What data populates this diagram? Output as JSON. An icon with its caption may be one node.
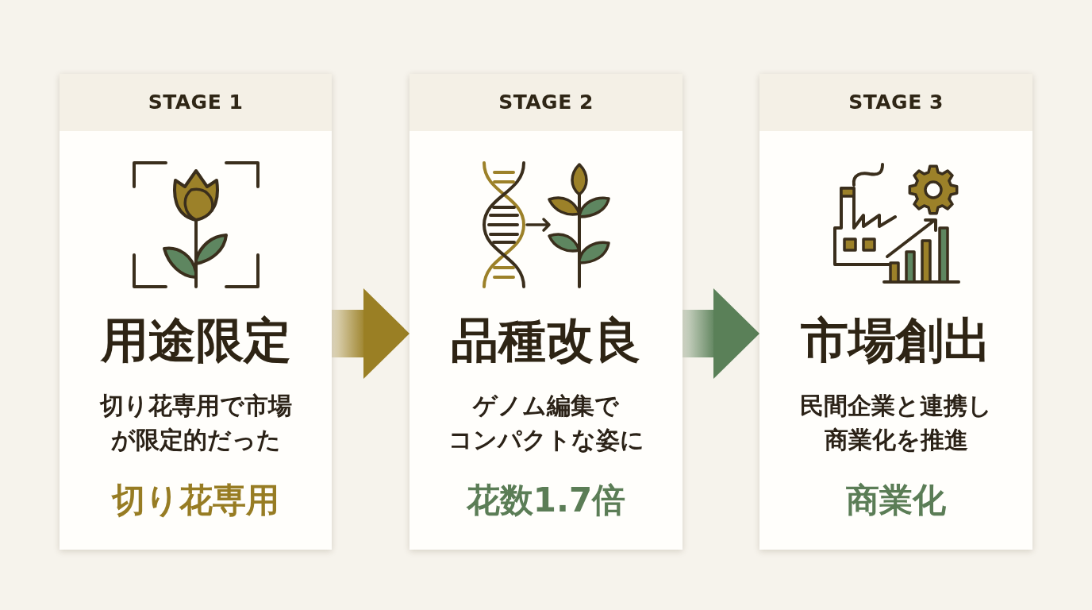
{
  "diagram": {
    "nodes": [
      {
        "text": [
          "STAGE 1",
          "用途限定",
          "切り花専用で市場が限定的だった",
          "切り花専用"
        ]
      },
      {
        "text": [
          "STAGE 2",
          "品種改良",
          "ゲノム編集でコンパクトな姿に",
          "花数1.7倍"
        ]
      },
      {
        "text": [
          "STAGE 3",
          "市場創出",
          "民間企業と連携し商業化を推進",
          "商業化"
        ]
      }
    ],
    "edges": [
      {
        "from": 0,
        "to": 1,
        "arrow": "to",
        "color": "#9a7f24"
      },
      {
        "from": 1,
        "to": 2,
        "arrow": "to",
        "color": "#5a8058"
      }
    ]
  }
}
